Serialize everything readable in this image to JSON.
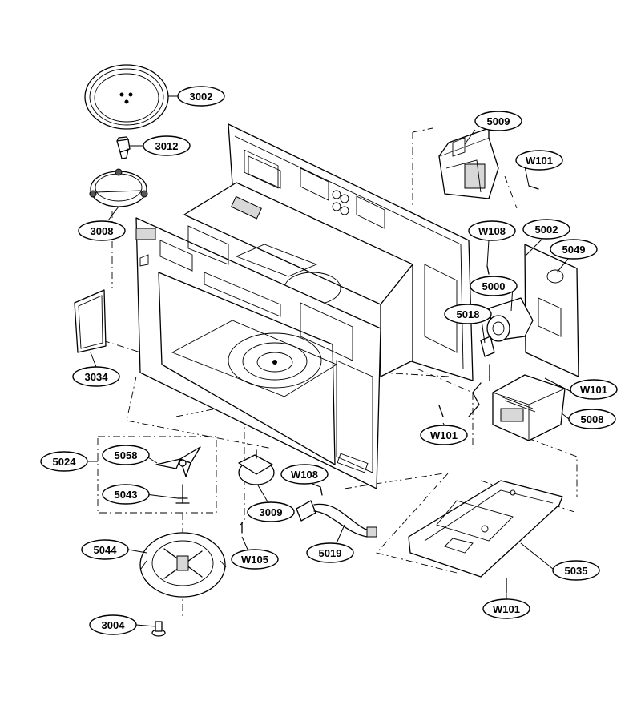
{
  "callouts": [
    {
      "id": "3002",
      "label": "3002"
    },
    {
      "id": "3012",
      "label": "3012"
    },
    {
      "id": "3008",
      "label": "3008"
    },
    {
      "id": "3034",
      "label": "3034"
    },
    {
      "id": "5024",
      "label": "5024"
    },
    {
      "id": "5058",
      "label": "5058"
    },
    {
      "id": "5043",
      "label": "5043"
    },
    {
      "id": "5044",
      "label": "5044"
    },
    {
      "id": "3004",
      "label": "3004"
    },
    {
      "id": "3009",
      "label": "3009"
    },
    {
      "id": "W105",
      "label": "W105"
    },
    {
      "id": "W108b",
      "label": "W108"
    },
    {
      "id": "5019",
      "label": "5019"
    },
    {
      "id": "5009",
      "label": "5009"
    },
    {
      "id": "W101a",
      "label": "W101"
    },
    {
      "id": "W108a",
      "label": "W108"
    },
    {
      "id": "5002",
      "label": "5002"
    },
    {
      "id": "5049",
      "label": "5049"
    },
    {
      "id": "5000",
      "label": "5000"
    },
    {
      "id": "5018",
      "label": "5018"
    },
    {
      "id": "W101b",
      "label": "W101"
    },
    {
      "id": "5008",
      "label": "5008"
    },
    {
      "id": "W101c",
      "label": "W101"
    },
    {
      "id": "5035",
      "label": "5035"
    },
    {
      "id": "W101d",
      "label": "W101"
    }
  ]
}
